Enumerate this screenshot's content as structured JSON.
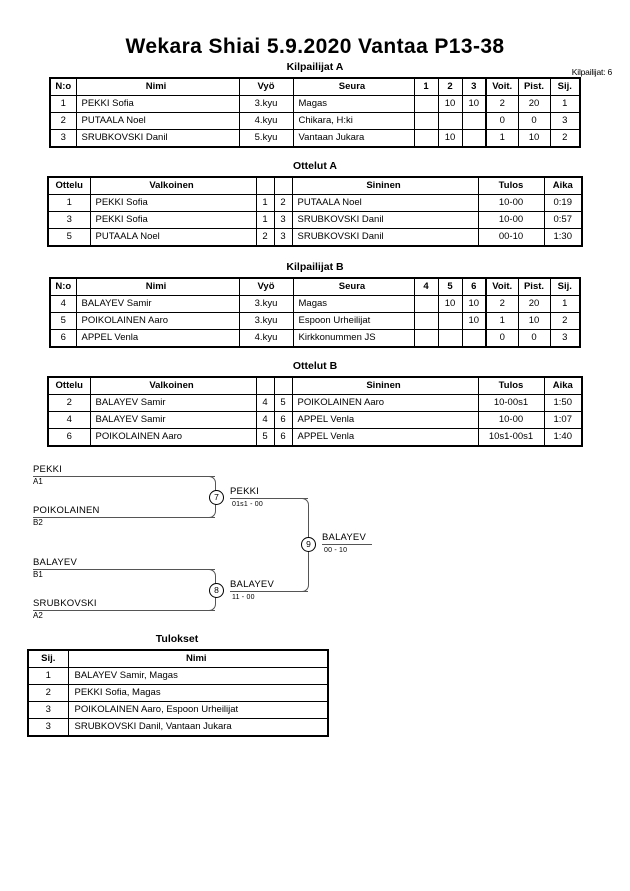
{
  "header": {
    "title": "Wekara Shiai  5.9.2020  Vantaa   P13-38",
    "entrants_label": "Kilpailijat: 6"
  },
  "pool_a": {
    "heading": "Kilpailijat A",
    "columns": {
      "no": "N:o",
      "name": "Nimi",
      "belt": "Vyö",
      "club": "Seura",
      "g1": "1",
      "g2": "2",
      "g3": "3",
      "wins": "Voit.",
      "points": "Pist.",
      "rank": "Sij."
    },
    "rows": [
      {
        "no": "1",
        "name": "PEKKI Sofia",
        "belt": "3.kyu",
        "club": "Magas",
        "g1": "",
        "g2": "10",
        "g3": "10",
        "wins": "2",
        "points": "20",
        "rank": "1"
      },
      {
        "no": "2",
        "name": "PUTAALA Noel",
        "belt": "4.kyu",
        "club": "Chikara, H:ki",
        "g1": "",
        "g2": "",
        "g3": "",
        "wins": "0",
        "points": "0",
        "rank": "3"
      },
      {
        "no": "3",
        "name": "SRUBKOVSKI Danil",
        "belt": "5.kyu",
        "club": "Vantaan Jukara",
        "g1": "",
        "g2": "10",
        "g3": "",
        "wins": "1",
        "points": "10",
        "rank": "2"
      }
    ]
  },
  "matches_a": {
    "heading": "Ottelut A",
    "columns": {
      "no": "Ottelu",
      "white": "Valkoinen",
      "nw": "",
      "nb": "",
      "blue": "Sininen",
      "result": "Tulos",
      "time": "Aika"
    },
    "rows": [
      {
        "no": "1",
        "white": "PEKKI Sofia",
        "nw": "1",
        "nb": "2",
        "blue": "PUTAALA Noel",
        "result": "10-00",
        "time": "0:19"
      },
      {
        "no": "3",
        "white": "PEKKI Sofia",
        "nw": "1",
        "nb": "3",
        "blue": "SRUBKOVSKI Danil",
        "result": "10-00",
        "time": "0:57"
      },
      {
        "no": "5",
        "white": "PUTAALA Noel",
        "nw": "2",
        "nb": "3",
        "blue": "SRUBKOVSKI Danil",
        "result": "00-10",
        "time": "1:30"
      }
    ]
  },
  "pool_b": {
    "heading": "Kilpailijat B",
    "columns": {
      "no": "N:o",
      "name": "Nimi",
      "belt": "Vyö",
      "club": "Seura",
      "g1": "4",
      "g2": "5",
      "g3": "6",
      "wins": "Voit.",
      "points": "Pist.",
      "rank": "Sij."
    },
    "rows": [
      {
        "no": "4",
        "name": "BALAYEV Samir",
        "belt": "3.kyu",
        "club": "Magas",
        "g1": "",
        "g2": "10",
        "g3": "10",
        "wins": "2",
        "points": "20",
        "rank": "1"
      },
      {
        "no": "5",
        "name": "POIKOLAINEN Aaro",
        "belt": "3.kyu",
        "club": "Espoon Urheilijat",
        "g1": "",
        "g2": "",
        "g3": "10",
        "wins": "1",
        "points": "10",
        "rank": "2"
      },
      {
        "no": "6",
        "name": "APPEL Venla",
        "belt": "4.kyu",
        "club": "Kirkkonummen JS",
        "g1": "",
        "g2": "",
        "g3": "",
        "wins": "0",
        "points": "0",
        "rank": "3"
      }
    ]
  },
  "matches_b": {
    "heading": "Ottelut B",
    "columns": {
      "no": "Ottelu",
      "white": "Valkoinen",
      "nw": "",
      "nb": "",
      "blue": "Sininen",
      "result": "Tulos",
      "time": "Aika"
    },
    "rows": [
      {
        "no": "2",
        "white": "BALAYEV Samir",
        "nw": "4",
        "nb": "5",
        "blue": "POIKOLAINEN Aaro",
        "result": "10-00s1",
        "time": "1:50"
      },
      {
        "no": "4",
        "white": "BALAYEV Samir",
        "nw": "4",
        "nb": "6",
        "blue": "APPEL Venla",
        "result": "10-00",
        "time": "1:07"
      },
      {
        "no": "6",
        "white": "POIKOLAINEN Aaro",
        "nw": "5",
        "nb": "6",
        "blue": "APPEL Venla",
        "result": "10s1-00s1",
        "time": "1:40"
      }
    ]
  },
  "bracket": {
    "entries": [
      {
        "name": "PEKKI",
        "seed": "A1"
      },
      {
        "name": "POIKOLAINEN",
        "seed": "B2"
      },
      {
        "name": "BALAYEV",
        "seed": "B1"
      },
      {
        "name": "SRUBKOVSKI",
        "seed": "A2"
      }
    ],
    "semifinal_1": {
      "number": "7",
      "winner": "PEKKI",
      "score": "01s1 - 00"
    },
    "semifinal_2": {
      "number": "8",
      "winner": "BALAYEV",
      "score": "11 - 00"
    },
    "final": {
      "number": "9",
      "winner": "BALAYEV",
      "score": "00 - 10"
    }
  },
  "results": {
    "heading": "Tulokset",
    "columns": {
      "rank": "Sij.",
      "name": "Nimi"
    },
    "rows": [
      {
        "rank": "1",
        "name": "BALAYEV Samir, Magas"
      },
      {
        "rank": "2",
        "name": "PEKKI Sofia, Magas"
      },
      {
        "rank": "3",
        "name": "POIKOLAINEN Aaro, Espoon Urheilijat"
      },
      {
        "rank": "3",
        "name": "SRUBKOVSKI Danil, Vantaan Jukara"
      }
    ]
  }
}
